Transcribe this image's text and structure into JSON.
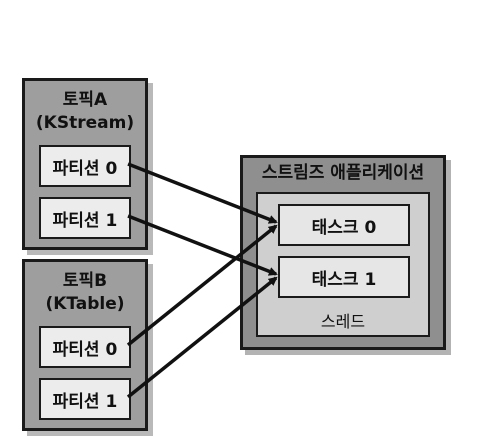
{
  "topics": [
    {
      "title_line1": "토픽A",
      "title_line2": "(KStream)",
      "partitions": [
        {
          "label": "파티션 0"
        },
        {
          "label": "파티션 1"
        }
      ]
    },
    {
      "title_line1": "토픽B",
      "title_line2": "(KTable)",
      "partitions": [
        {
          "label": "파티션 0"
        },
        {
          "label": "파티션 1"
        }
      ]
    }
  ],
  "app": {
    "title": "스트림즈 애플리케이션",
    "thread_label": "스레드",
    "tasks": [
      {
        "label": "태스크 0"
      },
      {
        "label": "태스크 1"
      }
    ]
  },
  "connections": [
    {
      "from": "topicA-partition0",
      "to": "task0"
    },
    {
      "from": "topicA-partition1",
      "to": "task1"
    },
    {
      "from": "topicB-partition0",
      "to": "task0"
    },
    {
      "from": "topicB-partition1",
      "to": "task1"
    }
  ],
  "colors": {
    "topic_fill": "#9e9e9e",
    "partition_fill": "#ececec",
    "app_fill": "#8f8f8f",
    "thread_fill": "#cfcfcf",
    "task_fill": "#e6e6e6",
    "stroke": "#1a1a1a"
  }
}
